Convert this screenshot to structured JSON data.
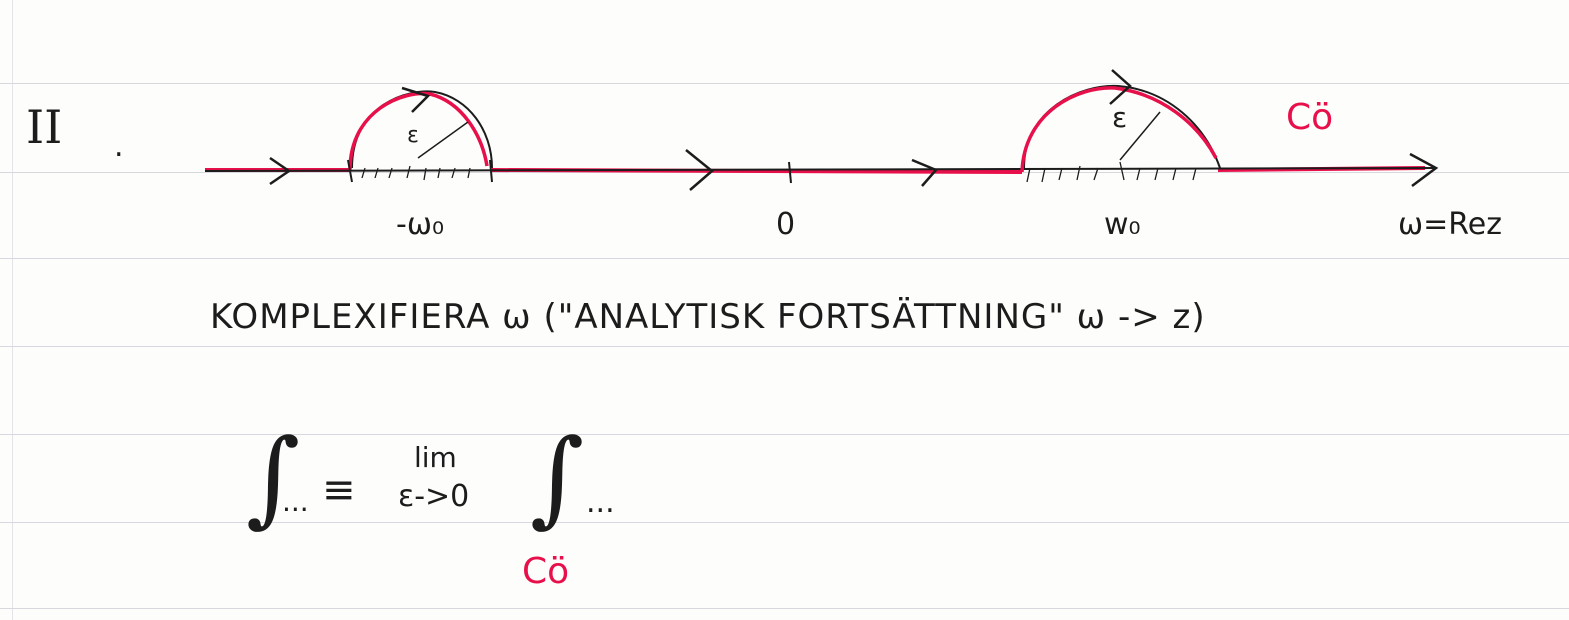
{
  "section_label": "II",
  "bullet": ".",
  "axis": {
    "left_pole_label": "-ω₀",
    "origin_label": "0",
    "right_pole_label": "w₀",
    "axis_label": "ω=Rez",
    "epsilon_left": "ε",
    "epsilon_right": "ε",
    "contour_label": "Cö"
  },
  "statement": {
    "text": "KOMPLEXIFIERA ω (\"ANALYTISK FORTSÄTTNING\" ω -> z)"
  },
  "formula": {
    "integral_sign": "∫",
    "integrand_left": "...",
    "equiv": "≡",
    "lim_word": "lim",
    "lim_sub": "ε->0",
    "integral_sign_right": "∫",
    "integrand_right": "...",
    "contour_sub": "Cö"
  },
  "colors": {
    "ink": "#1c1c1c",
    "red_pen": "#e8104a",
    "rule_line": "#d6d8de",
    "paper": "#fdfdfc"
  }
}
